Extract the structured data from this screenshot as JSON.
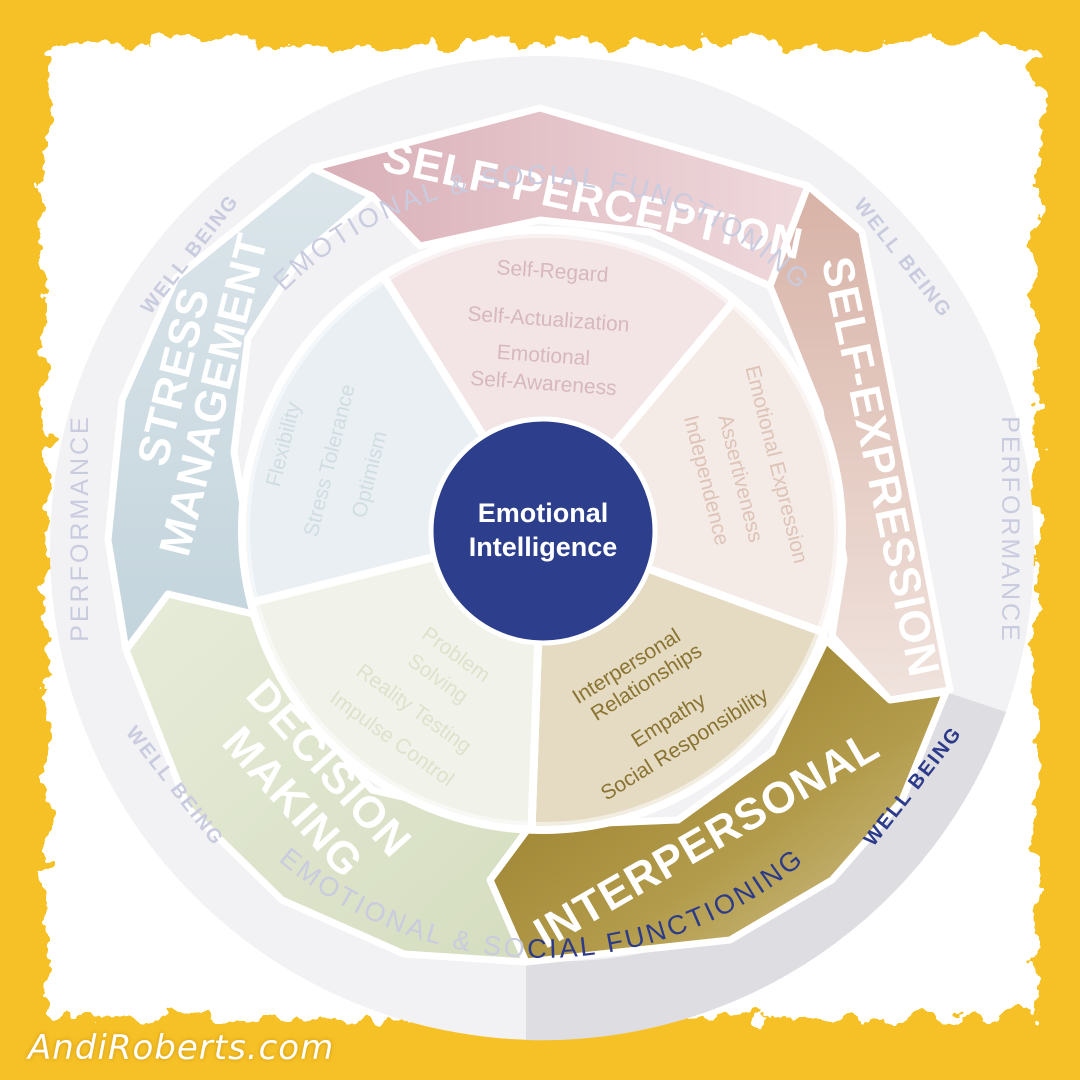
{
  "center": {
    "line1": "Emotional",
    "line2": "Intelligence"
  },
  "outer_ring": {
    "top_label": "EMOTIONAL & SOCIAL FUNCTIONING",
    "bottom_label_left": "EMOTIONAL & SO",
    "bottom_label_right": "CIAL FUNCTIONING",
    "well_being": "WELL BEING",
    "performance": "PERFORMANCE"
  },
  "composites": [
    {
      "id": "self-perception",
      "title": "SELF-PERCEPTION",
      "subscales": [
        "Self-Regard",
        "Self-Actualization",
        "Emotional",
        "Self-Awareness"
      ]
    },
    {
      "id": "self-expression",
      "title": "SELF-EXPRESSION",
      "subscales": [
        "Emotional Expression",
        "Assertiveness",
        "Independence"
      ]
    },
    {
      "id": "interpersonal",
      "title": "INTERPERSONAL",
      "subscales": [
        "Interpersonal",
        "Relationships",
        "Empathy",
        "Social Responsibility"
      ]
    },
    {
      "id": "decision-making",
      "title_line1": "DECISION",
      "title_line2": "MAKING",
      "subscales": [
        "Problem",
        "Solving",
        "Reality Testing",
        "Impulse Control"
      ]
    },
    {
      "id": "stress-management",
      "title_line1": "STRESS",
      "title_line2": "MANAGEMENT",
      "subscales": [
        "Flexibility",
        "Stress Tolerance",
        "Optimism"
      ]
    }
  ],
  "colors": {
    "frame": "#f6c126",
    "outer_ring": "#f2f2f4",
    "outer_ring_highlight": "#dedde2",
    "ring_text": "#c9cbdf",
    "ring_text_highlight": "#2c3a8a",
    "center": "#2c3e8c",
    "self_perception": "#dfbcc2",
    "self_perception_inner": "#f3e5e6",
    "self_expression": "#e1c6bc",
    "self_expression_inner": "#f5ebe6",
    "interpersonal": "#a88e38",
    "interpersonal_inner": "#e5dbc3",
    "decision_making": "#dde3cc",
    "decision_making_inner": "#f1f3ea",
    "stress_management": "#c9d8df",
    "stress_management_inner": "#e9eff2"
  },
  "watermark": "AndiRoberts.com"
}
